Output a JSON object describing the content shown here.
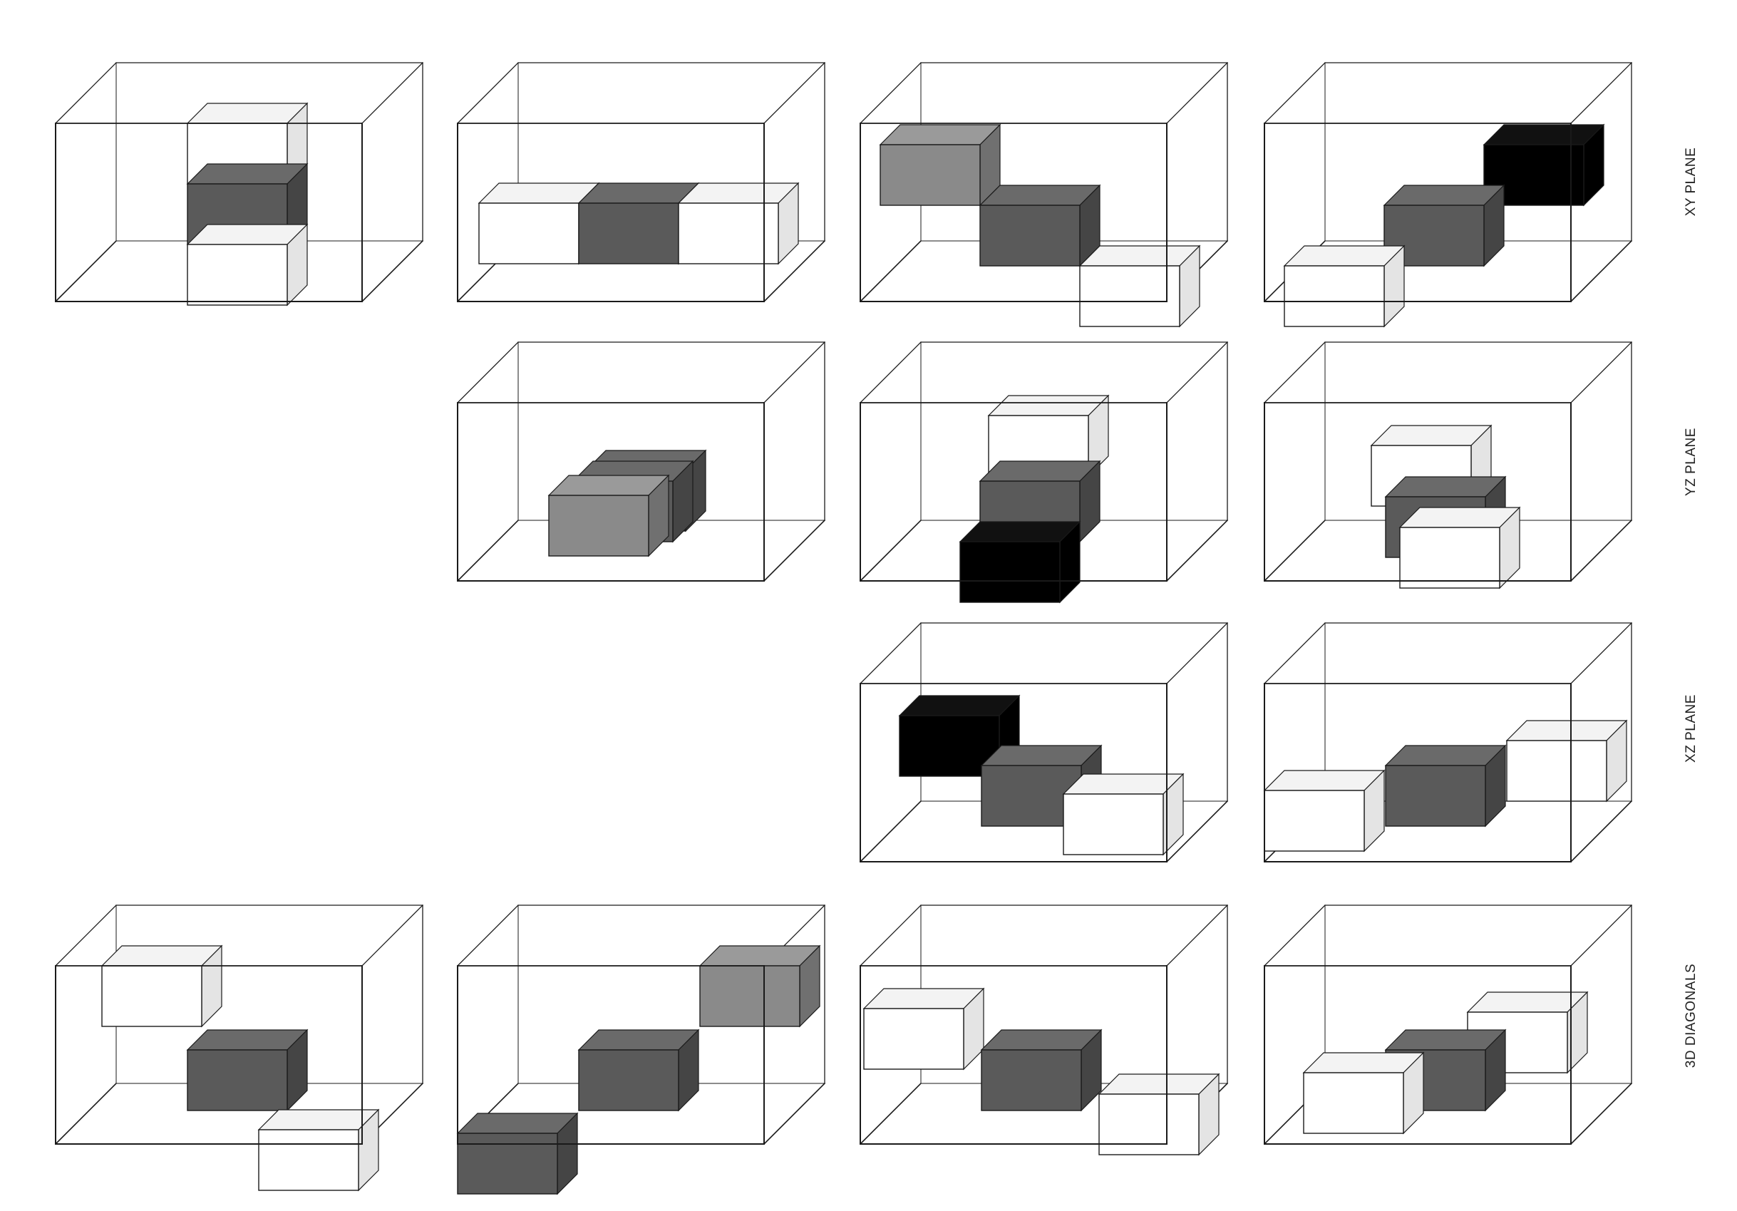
{
  "colors": {
    "background": "#ffffff",
    "edge": "#1a1a1a",
    "white_face": "#ffffff",
    "white_top": "#f3f3f3",
    "white_side": "#e4e4e4",
    "light_grey_front": "#8a8a8a",
    "dark_grey_front": "#5a5a5a",
    "black_front": "#000000"
  },
  "row_labels": [
    "XY PLANE",
    "YZ PLANE",
    "XZ PLANE",
    "3D DIAGONALS"
  ],
  "panels": [
    {
      "row": 0,
      "col": 0,
      "cubes": [
        "white",
        "dark",
        "white"
      ]
    },
    {
      "row": 0,
      "col": 1,
      "cubes": [
        "white",
        "dark",
        "white"
      ]
    },
    {
      "row": 0,
      "col": 2,
      "cubes": [
        "light",
        "dark",
        "white"
      ]
    },
    {
      "row": 0,
      "col": 3,
      "cubes": [
        "white",
        "dark",
        "black"
      ]
    },
    {
      "row": 1,
      "col": 1,
      "cubes": [
        "dark",
        "dark",
        "light"
      ]
    },
    {
      "row": 1,
      "col": 2,
      "cubes": [
        "white",
        "dark",
        "black"
      ]
    },
    {
      "row": 1,
      "col": 3,
      "cubes": [
        "white",
        "dark",
        "white"
      ]
    },
    {
      "row": 2,
      "col": 2,
      "cubes": [
        "black",
        "dark",
        "white"
      ]
    },
    {
      "row": 2,
      "col": 3,
      "cubes": [
        "white",
        "dark",
        "white"
      ]
    },
    {
      "row": 3,
      "col": 0,
      "cubes": [
        "white",
        "dark",
        "white"
      ]
    },
    {
      "row": 3,
      "col": 1,
      "cubes": [
        "dark",
        "dark",
        "light"
      ]
    },
    {
      "row": 3,
      "col": 2,
      "cubes": [
        "white",
        "dark",
        "white"
      ]
    },
    {
      "row": 3,
      "col": 3,
      "cubes": [
        "white",
        "dark",
        "white"
      ]
    }
  ]
}
